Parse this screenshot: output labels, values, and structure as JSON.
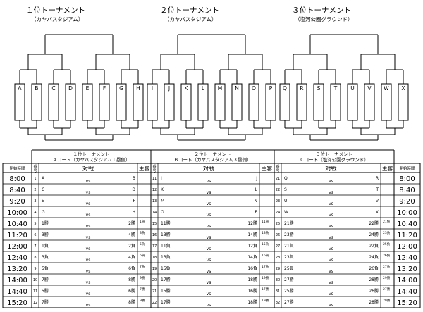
{
  "tournaments": [
    {
      "title": "１位トーナメント",
      "venue": "（カヤバスタジアム）",
      "teams": [
        "A",
        "B",
        "C",
        "D",
        "E",
        "F",
        "G",
        "H"
      ]
    },
    {
      "title": "２位トーナメント",
      "venue": "（カヤバスタジアム）",
      "teams": [
        "I",
        "J",
        "K",
        "L",
        "M",
        "N",
        "O",
        "P"
      ]
    },
    {
      "title": "３位トーナメント",
      "venue": "（塩河公園グラウンド）",
      "teams": [
        "Q",
        "R",
        "S",
        "T",
        "U",
        "V",
        "W",
        "X"
      ]
    }
  ],
  "table": {
    "start_time_label": "開始時間",
    "vs_header": "対戦",
    "referee_header": "主審",
    "no_header": "番号",
    "vs": "vs",
    "courts": [
      {
        "title1": "１位トーナメント",
        "title2": "Ａコート（カヤバスタジアム１塁側）"
      },
      {
        "title1": "２位トーナメント",
        "title2": "Ｂコート（カヤバスタジアム３塁側）"
      },
      {
        "title1": "３位トーナメント",
        "title2": "Ｃコート（塩河公園グラウンド）"
      }
    ],
    "times": [
      "8:00",
      "8:40",
      "9:20",
      "10:00",
      "10:40",
      "11:20",
      "12:00",
      "12:40",
      "13:20",
      "14:00",
      "14:40",
      "15:20"
    ],
    "rows": [
      [
        {
          "no": "1",
          "l": "A",
          "r": "B",
          "ref": ""
        },
        {
          "no": "11",
          "l": "I",
          "r": "J",
          "ref": ""
        },
        {
          "no": "21",
          "l": "Q",
          "r": "R",
          "ref": ""
        }
      ],
      [
        {
          "no": "2",
          "l": "C",
          "r": "D",
          "ref": ""
        },
        {
          "no": "12",
          "l": "K",
          "r": "L",
          "ref": ""
        },
        {
          "no": "22",
          "l": "S",
          "r": "T",
          "ref": ""
        }
      ],
      [
        {
          "no": "3",
          "l": "E",
          "r": "F",
          "ref": ""
        },
        {
          "no": "13",
          "l": "M",
          "r": "N",
          "ref": ""
        },
        {
          "no": "23",
          "l": "U",
          "r": "V",
          "ref": ""
        }
      ],
      [
        {
          "no": "4",
          "l": "G",
          "r": "H",
          "ref": ""
        },
        {
          "no": "14",
          "l": "O",
          "r": "P",
          "ref": ""
        },
        {
          "no": "24",
          "l": "W",
          "r": "X",
          "ref": ""
        }
      ],
      [
        {
          "no": "5",
          "l": "1勝",
          "r": "2勝",
          "ref": "1負"
        },
        {
          "no": "15",
          "l": "11勝",
          "r": "12勝",
          "ref": "11負"
        },
        {
          "no": "25",
          "l": "21勝",
          "r": "22勝",
          "ref": "21負"
        }
      ],
      [
        {
          "no": "6",
          "l": "3勝",
          "r": "4勝",
          "ref": "3負"
        },
        {
          "no": "16",
          "l": "13勝",
          "r": "14勝",
          "ref": "13負"
        },
        {
          "no": "26",
          "l": "23勝",
          "r": "24勝",
          "ref": "23負"
        }
      ],
      [
        {
          "no": "7",
          "l": "1負",
          "r": "2負",
          "ref": "5負"
        },
        {
          "no": "17",
          "l": "11負",
          "r": "12負",
          "ref": "15負"
        },
        {
          "no": "27",
          "l": "21負",
          "r": "22負",
          "ref": "25負"
        }
      ],
      [
        {
          "no": "8",
          "l": "3負",
          "r": "4負",
          "ref": "6負"
        },
        {
          "no": "18",
          "l": "13負",
          "r": "14負",
          "ref": "16負"
        },
        {
          "no": "28",
          "l": "23負",
          "r": "24負",
          "ref": "26負"
        }
      ],
      [
        {
          "no": "9",
          "l": "5負",
          "r": "6負",
          "ref": "7負"
        },
        {
          "no": "19",
          "l": "15負",
          "r": "16負",
          "ref": "17負"
        },
        {
          "no": "29",
          "l": "25負",
          "r": "26負",
          "ref": "27負"
        }
      ],
      [
        {
          "no": "10",
          "l": "7勝",
          "r": "8勝",
          "ref": "9勝"
        },
        {
          "no": "20",
          "l": "17勝",
          "r": "18勝",
          "ref": "19勝"
        },
        {
          "no": "30",
          "l": "27勝",
          "r": "28勝",
          "ref": "29勝"
        }
      ],
      [
        {
          "no": "11",
          "l": "5勝",
          "r": "6勝",
          "ref": "7勝"
        },
        {
          "no": "21",
          "l": "15勝",
          "r": "16勝",
          "ref": "17勝"
        },
        {
          "no": "31",
          "l": "25勝",
          "r": "26勝",
          "ref": "27勝"
        }
      ],
      [
        {
          "no": "12",
          "l": "7勝",
          "r": "8勝",
          "ref": "9勝"
        },
        {
          "no": "22",
          "l": "17勝",
          "r": "18勝",
          "ref": "19勝"
        },
        {
          "no": "32",
          "l": "27勝",
          "r": "28勝",
          "ref": "29勝"
        }
      ]
    ]
  }
}
